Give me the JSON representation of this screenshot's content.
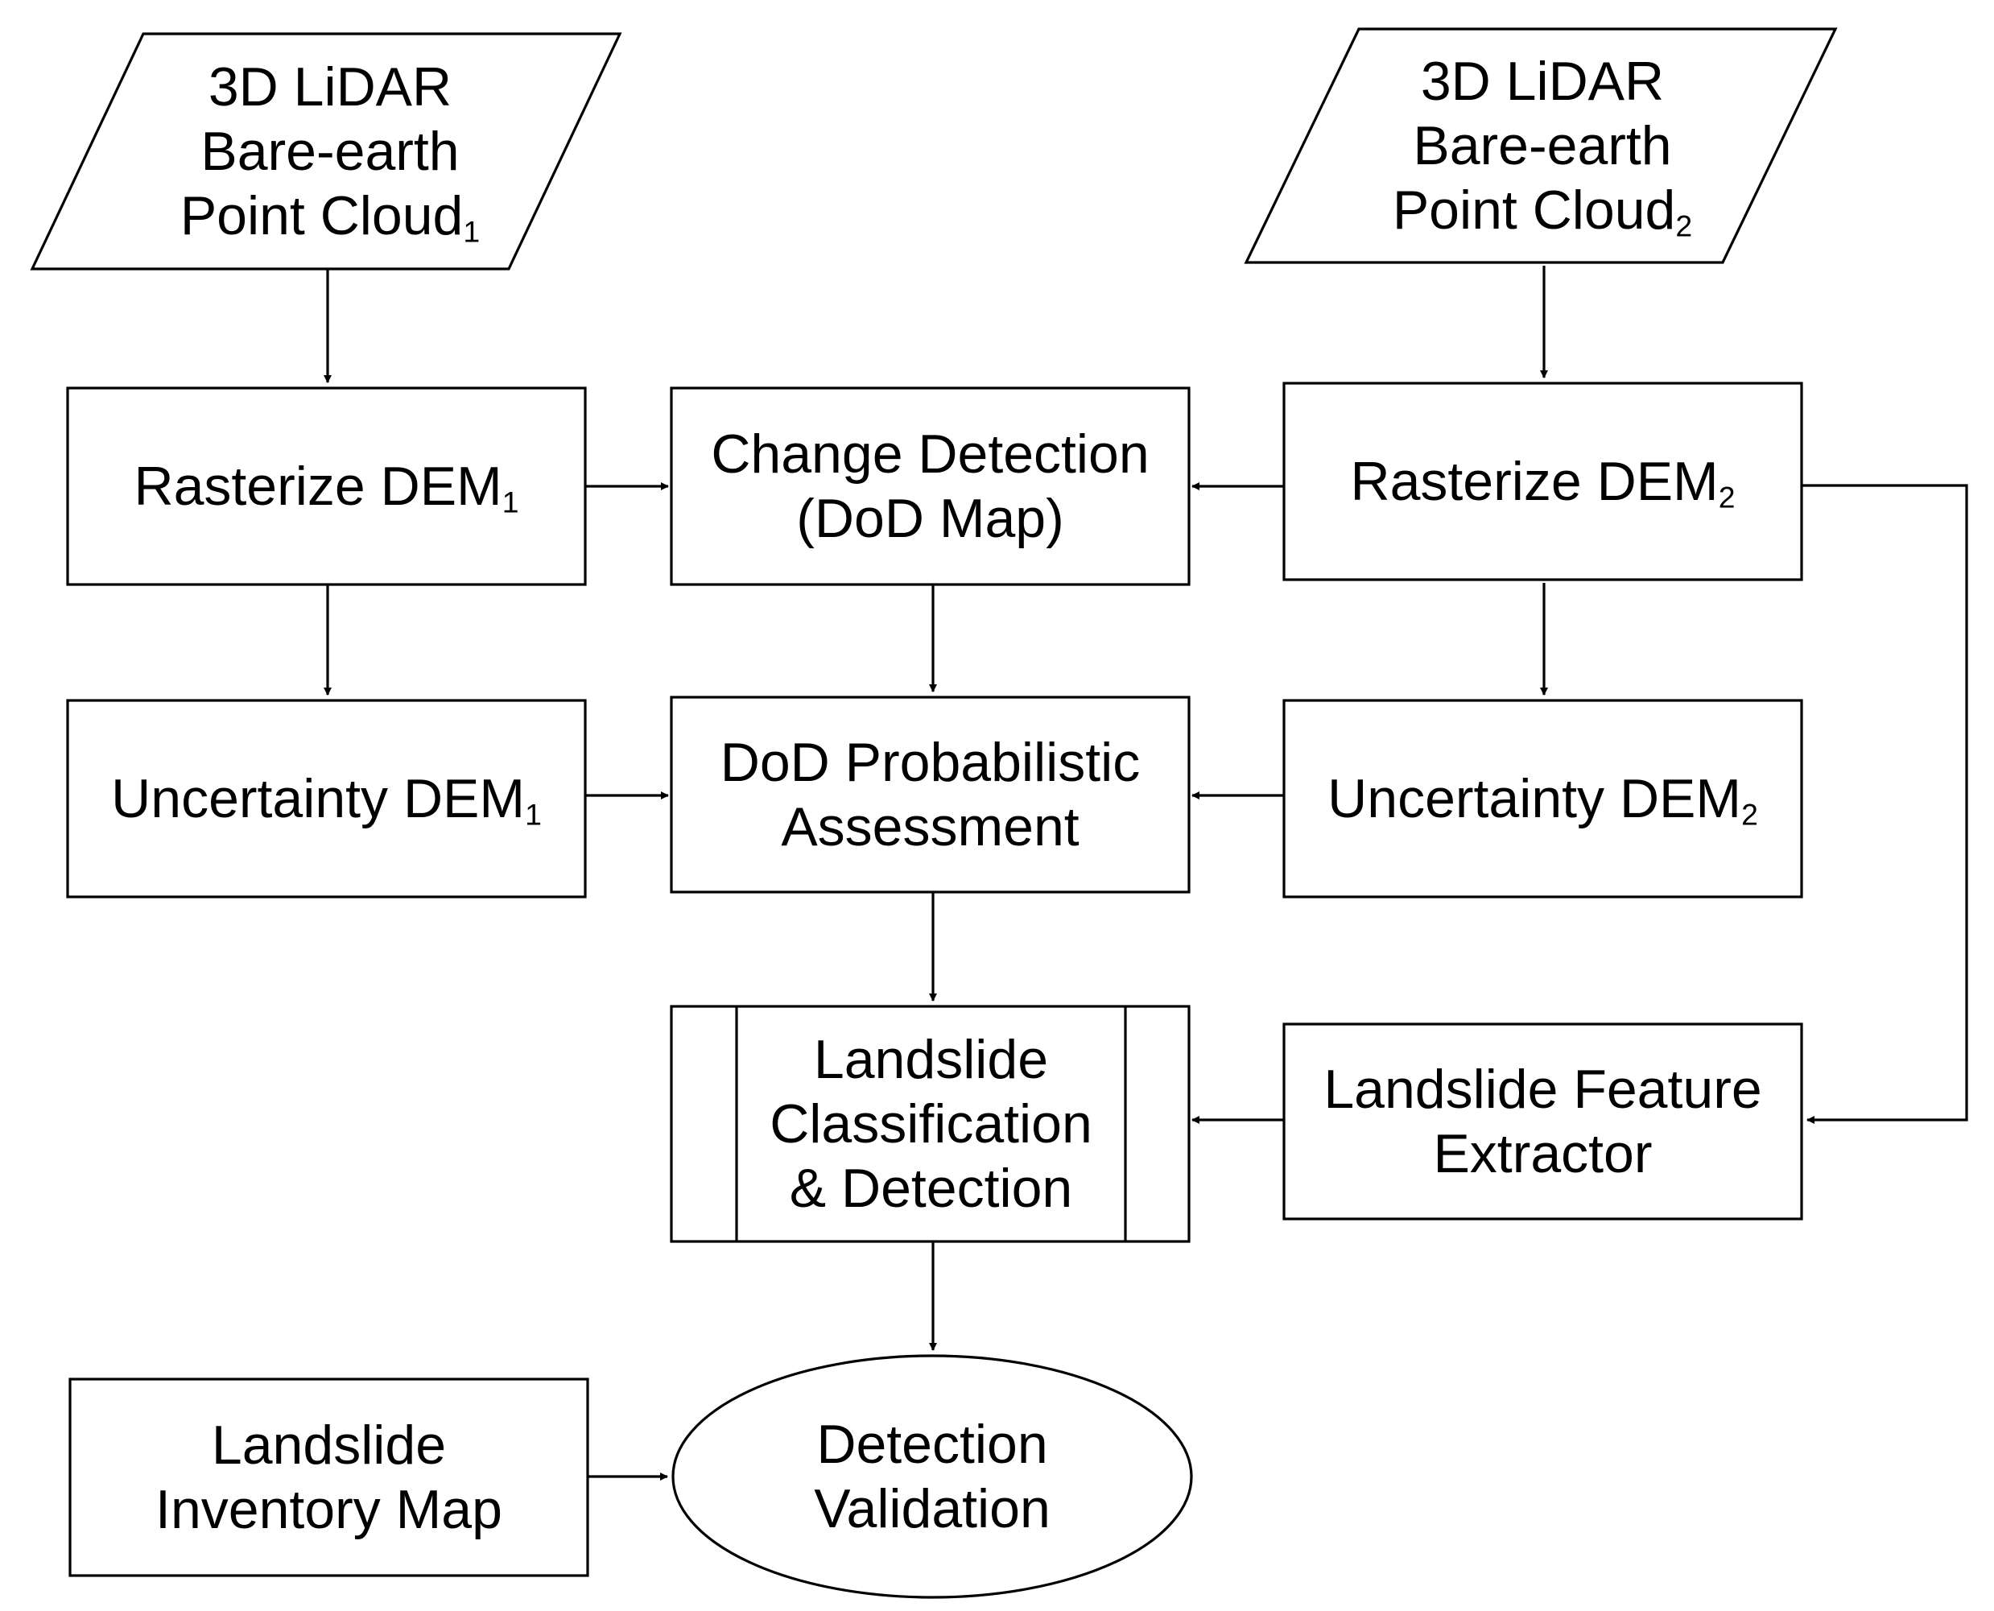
{
  "input1": {
    "line1": "3D LiDAR",
    "line2": "Bare-earth",
    "line3": "Point Cloud",
    "sub": "1"
  },
  "input2": {
    "line1": "3D LiDAR",
    "line2": "Bare-earth",
    "line3": "Point Cloud",
    "sub": "2"
  },
  "rasterize1": {
    "text": "Rasterize DEM",
    "sub": "1"
  },
  "rasterize2": {
    "text": "Rasterize DEM",
    "sub": "2"
  },
  "change_detection": {
    "line1": "Change Detection",
    "line2": "(DoD Map)"
  },
  "uncertainty1": {
    "text": "Uncertainty DEM",
    "sub": "1"
  },
  "uncertainty2": {
    "text": "Uncertainty DEM",
    "sub": "2"
  },
  "probabilistic": {
    "line1": "DoD Probabilistic",
    "line2": "Assessment"
  },
  "classification": {
    "line1": "Landslide",
    "line2": "Classification",
    "line3": "& Detection"
  },
  "feature_extractor": {
    "line1": "Landslide Feature",
    "line2": "Extractor"
  },
  "inventory": {
    "line1": "Landslide",
    "line2": "Inventory Map"
  },
  "validation": {
    "line1": "Detection",
    "line2": "Validation"
  }
}
